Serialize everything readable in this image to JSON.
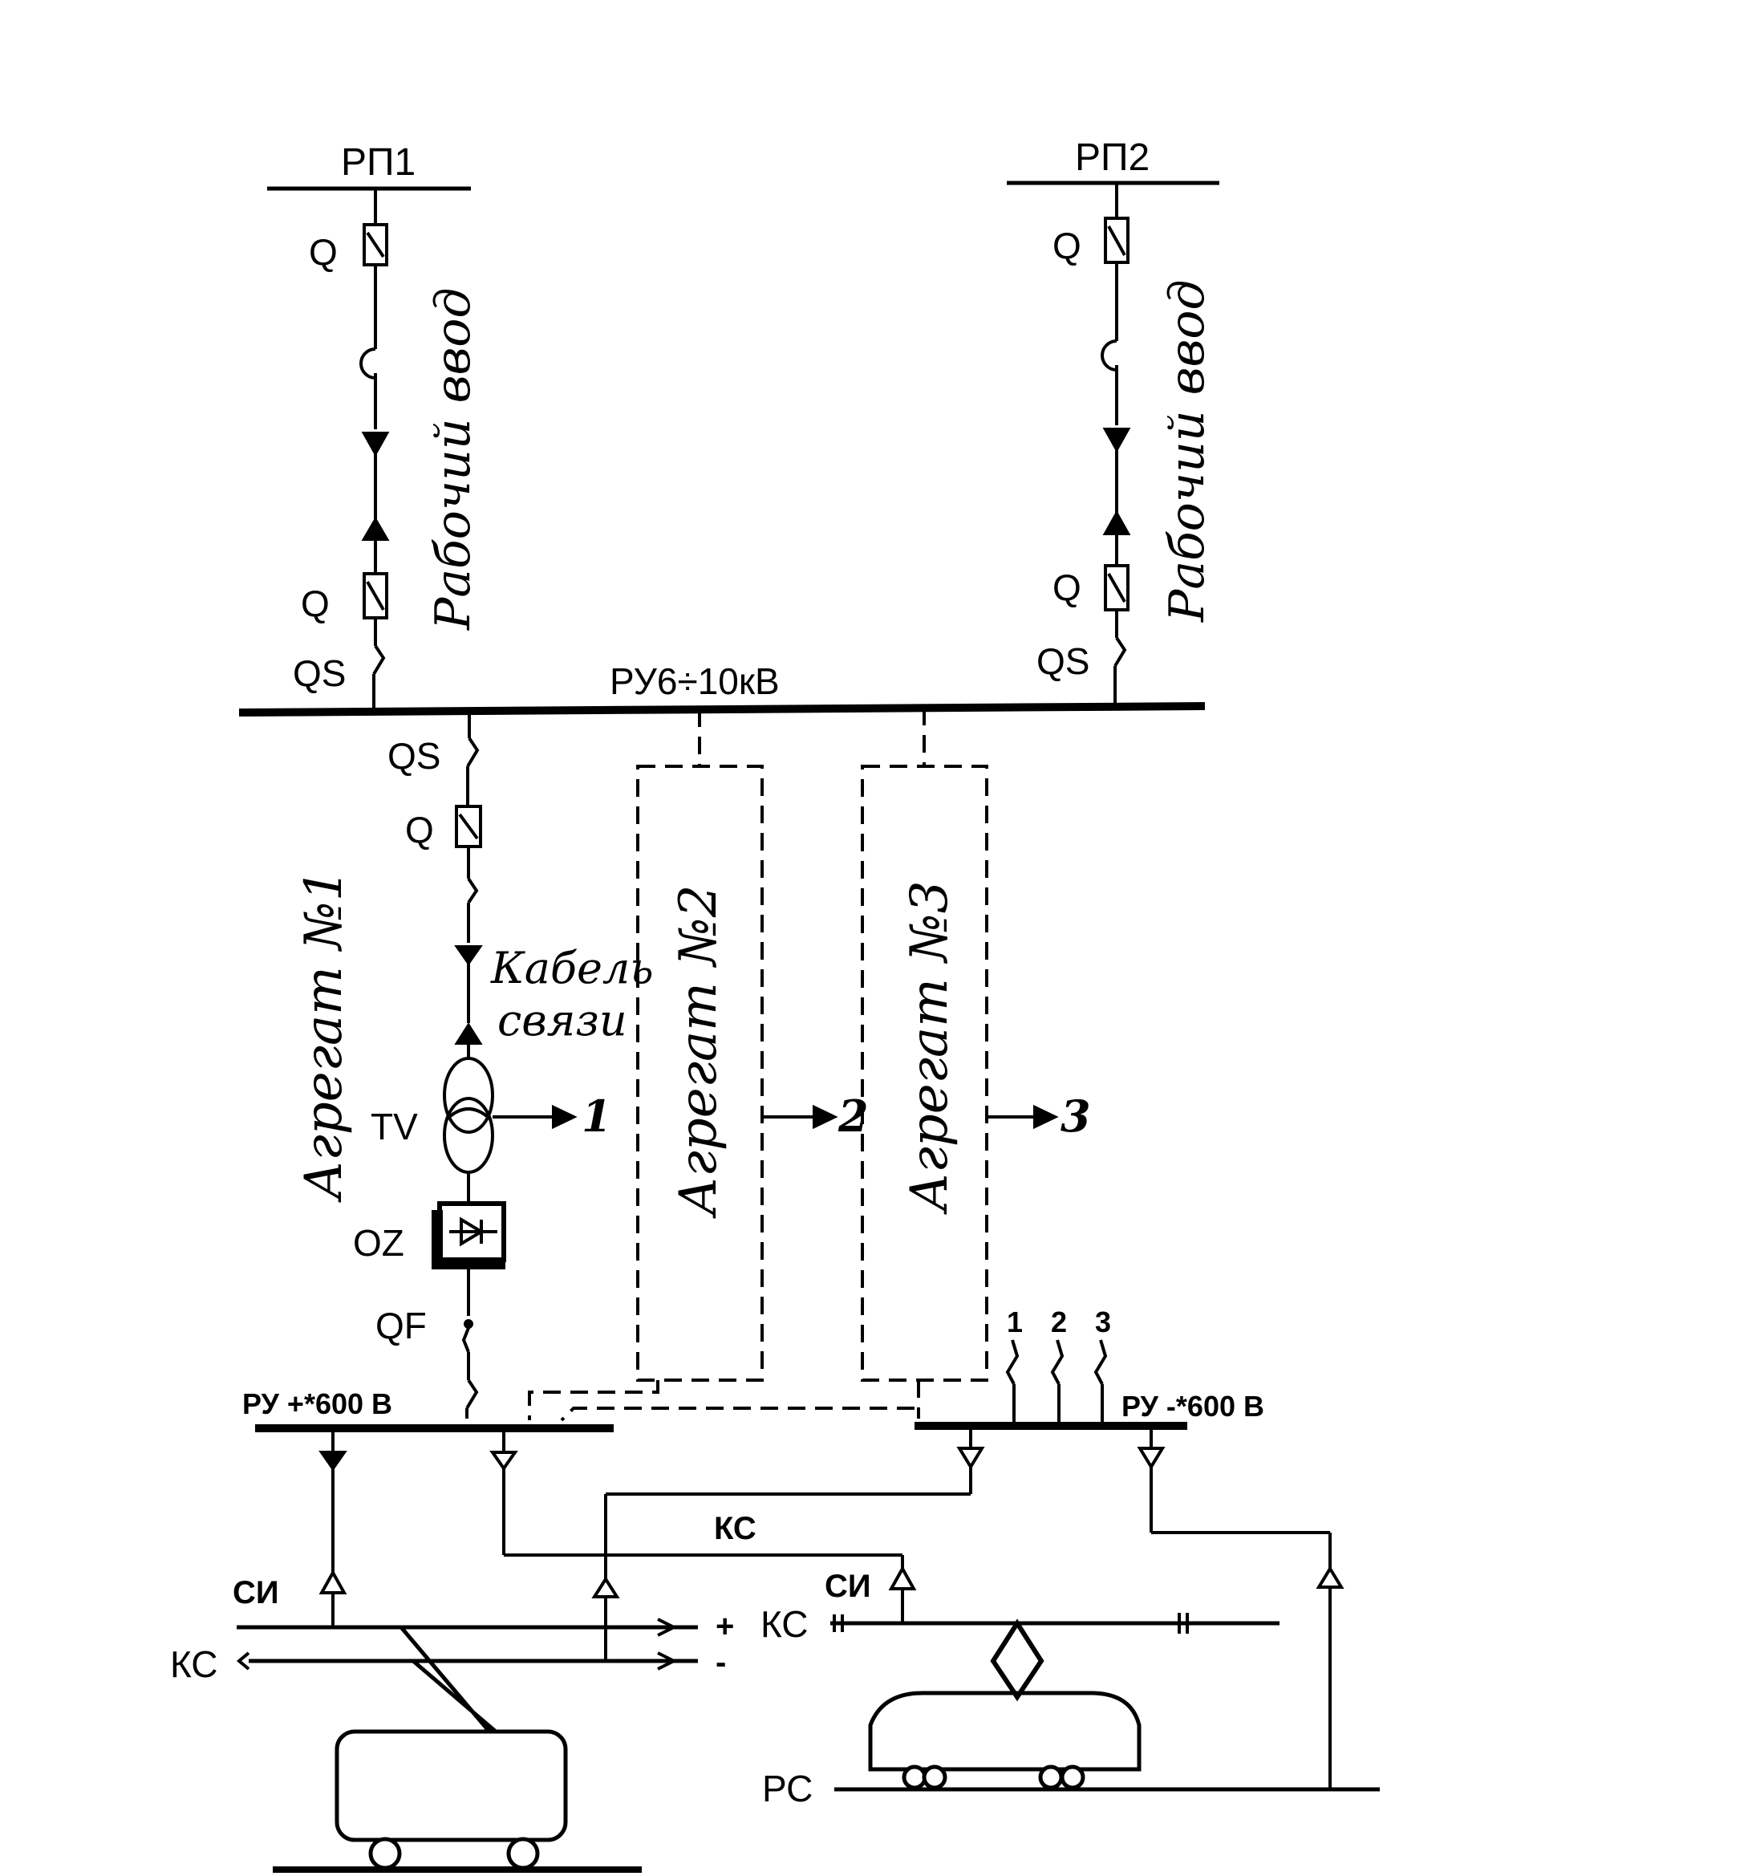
{
  "labels": {
    "rp1": "РП1",
    "rp2": "РП2",
    "q": "Q",
    "qs": "QS",
    "input_line": "Рабочий ввод",
    "bus_hv": "РУ6÷10кВ",
    "unit1": "Агрегат №1",
    "unit2": "Агрегат №2",
    "unit3": "Агрегат №3",
    "comm_cable_1": "Кабель",
    "comm_cable_2": "связи",
    "tv": "TV",
    "oz": "OZ",
    "qf": "QF",
    "bus_dc_left": "РУ +*600 В",
    "bus_dc_right": "РУ -*600 В",
    "out_1": "1",
    "out_2": "2",
    "out_3": "3",
    "feeder_1": "1",
    "feeder_2": "2",
    "feeder_3": "3",
    "ks": "КС",
    "ks_left": "КС",
    "ks_mid": "КС",
    "si_left": "СИ",
    "si_mid": "СИ",
    "plus": "+",
    "minus": "-",
    "rs": "РС"
  }
}
